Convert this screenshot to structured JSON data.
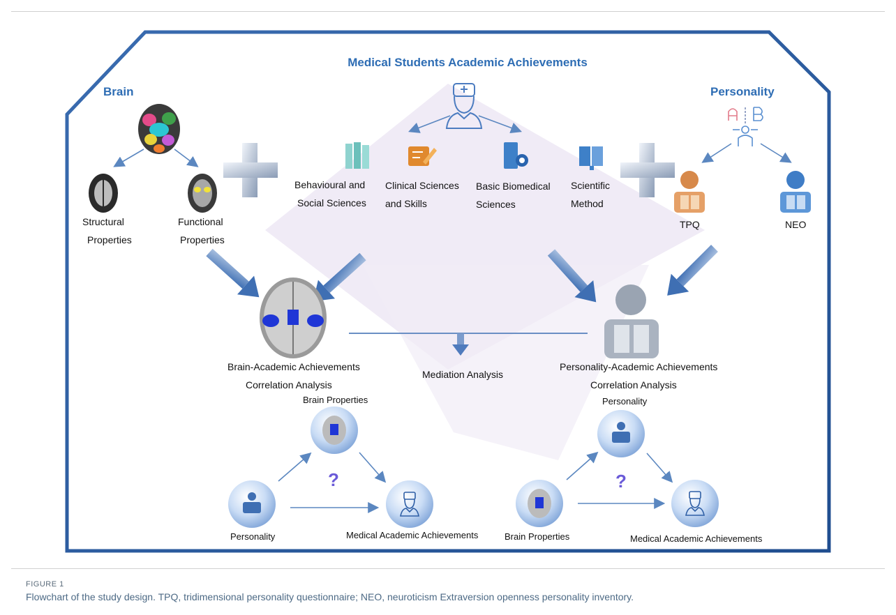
{
  "title": "Medical Students Academic Achievements",
  "brain": {
    "heading": "Brain",
    "structural": [
      "Structural",
      "Properties"
    ],
    "functional": [
      "Functional",
      "Properties"
    ]
  },
  "personality": {
    "heading": "Personality",
    "tpq": "TPQ",
    "neo": "NEO"
  },
  "subjects": [
    {
      "line1": "Behavioural and",
      "line2": "Social Sciences"
    },
    {
      "line1": "Clinical Sciences",
      "line2": "and Skills"
    },
    {
      "line1": "Basic Biomedical",
      "line2": "Sciences"
    },
    {
      "line1": "Scientific",
      "line2": "Method"
    }
  ],
  "analysis": {
    "brain_line1": "Brain-Academic Achievements",
    "brain_line2": "Correlation Analysis",
    "mediation": "Mediation Analysis",
    "pers_line1": "Personality-Academic Achievements",
    "pers_line2": "Correlation Analysis"
  },
  "mediation_left": {
    "mediator": "Brain Properties",
    "predictor": "Personality",
    "outcome": "Medical Academic Achievements",
    "question": "?"
  },
  "mediation_right": {
    "mediator": "Personality",
    "predictor": "Brain Properties",
    "outcome": "Medical Academic Achievements",
    "question": "?"
  },
  "caption": {
    "label": "FIGURE 1",
    "text": "Flowchart of the study design. TPQ, tridimensional personality questionnaire; NEO, neuroticism Extraversion openness personality inventory."
  },
  "colors": {
    "frame": "#2e5a9c",
    "accent": "#2e6db4",
    "arrow": "#5b87c0",
    "question": "#6a5ad8",
    "node": "#b9d2f2"
  }
}
